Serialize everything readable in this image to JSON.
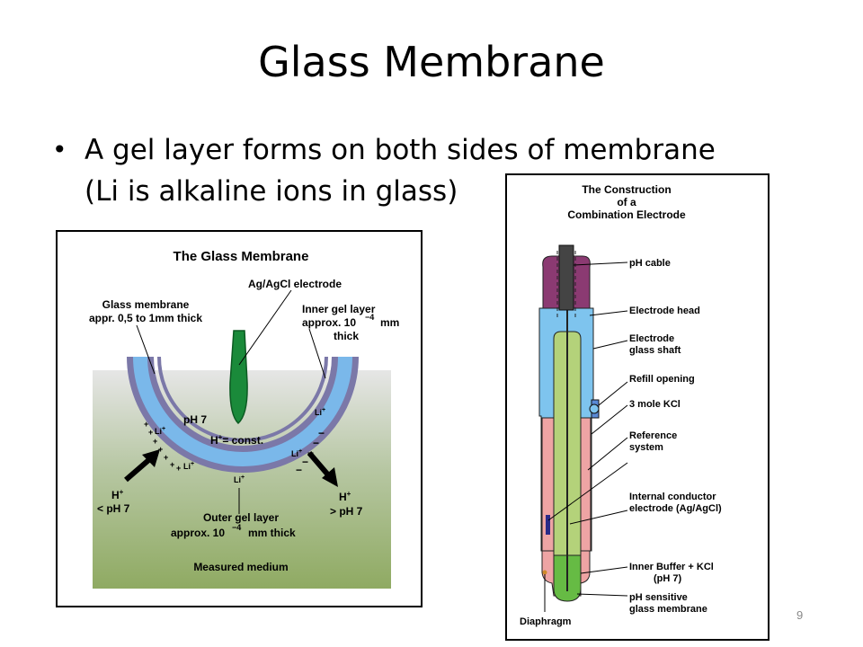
{
  "slide": {
    "title": "Glass Membrane",
    "bullet_line1": "A gel layer forms on both sides of membrane",
    "bullet_line2": "(Li is alkaline ions in glass)",
    "slide_number": "9"
  },
  "left_figure": {
    "title": "The Glass Membrane",
    "ag_agcl": "Ag/AgCl electrode",
    "glass_membrane_1": "Glass membrane",
    "glass_membrane_2": "appr. 0,5 to 1mm thick",
    "inner_gel_1": "Inner gel layer",
    "inner_gel_2": "approx. 10",
    "inner_gel_exp": "−4",
    "inner_gel_3": "mm",
    "inner_gel_4": "thick",
    "ph7": "pH 7",
    "h_const": "H",
    "h_const_sup": "+",
    "h_const_rest": "= const.",
    "li": "Li",
    "li_sup": "+",
    "h_left_1": "H",
    "h_left_sup": "+",
    "h_left_2": "< pH 7",
    "h_right_1": "H",
    "h_right_sup": "+",
    "h_right_2": "> pH 7",
    "outer_gel_1": "Outer gel layer",
    "outer_gel_2": "approx. 10",
    "outer_gel_exp": "−4",
    "outer_gel_3": "mm thick",
    "measured_medium": "Measured medium",
    "plus": "+",
    "minus": "−"
  },
  "right_figure": {
    "title_1": "The Construction",
    "title_2": "of a",
    "title_3": "Combination Electrode",
    "labels": [
      "pH cable",
      "Electrode head",
      "Electrode",
      "glass shaft",
      "Refill opening",
      "3 mole KCl",
      "Reference",
      "system",
      "Internal conductor",
      "electrode (Ag/AgCl)",
      "Inner Buffer + KCl",
      "(pH 7)",
      "pH sensitive",
      "glass membrane",
      "Diaphragm"
    ]
  },
  "colors": {
    "membrane_purple": "#7b78a8",
    "gel_blue": "#7ab8ea",
    "electrode_green": "#1a8a3a",
    "head_purple": "#8b3a72",
    "shaft_blue": "#7ec4ee",
    "kcl_pink": "#eea4a4",
    "inner_green": "#b4d27a"
  }
}
